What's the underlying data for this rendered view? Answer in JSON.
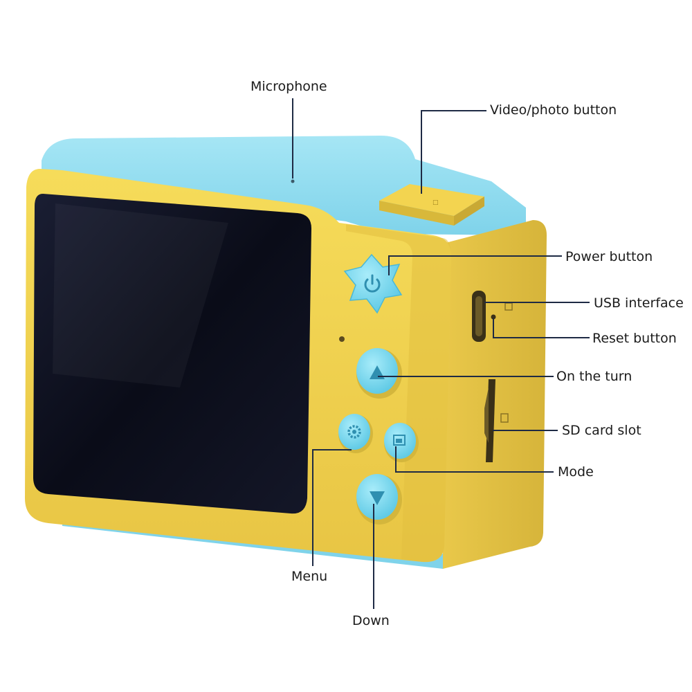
{
  "labels": {
    "microphone": "Microphone",
    "video_photo": "Video/photo button",
    "power": "Power button",
    "usb": "USB interface",
    "reset": "Reset button",
    "on_the_turn": "On the turn",
    "sd_card": "SD card slot",
    "mode": "Mode",
    "menu": "Menu",
    "down": "Down"
  },
  "colors": {
    "body_yellow": "#f2d54c",
    "body_yellow_dark": "#d9b93a",
    "top_blue": "#8fdcf0",
    "button_blue": "#7ad6ee",
    "screen": "#0c0c1a",
    "leader": "#1e2a44"
  },
  "icons": [
    "power-icon",
    "up-arrow-icon",
    "gear-icon",
    "mode-icon",
    "down-arrow-icon"
  ]
}
